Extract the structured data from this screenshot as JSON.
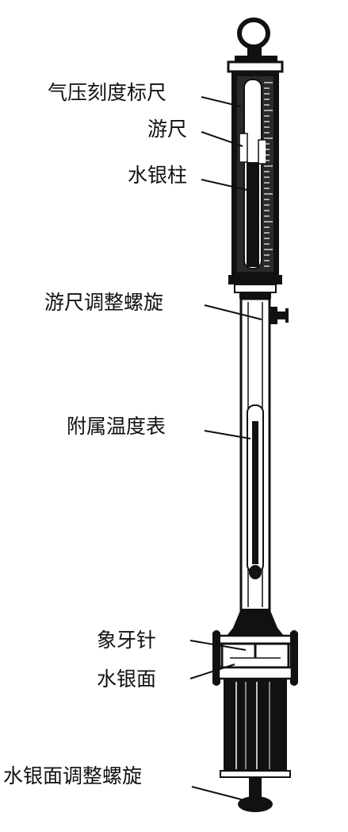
{
  "labels": {
    "scale": "气压刻度标尺",
    "vernier": "游尺",
    "mercury_column": "水银柱",
    "vernier_screw": "游尺调整螺旋",
    "thermometer": "附属温度表",
    "ivory_needle": "象牙针",
    "mercury_surface": "水银面",
    "surface_screw": "水银面调整螺旋"
  },
  "colors": {
    "ink": "#111111",
    "paper": "#ffffff"
  }
}
